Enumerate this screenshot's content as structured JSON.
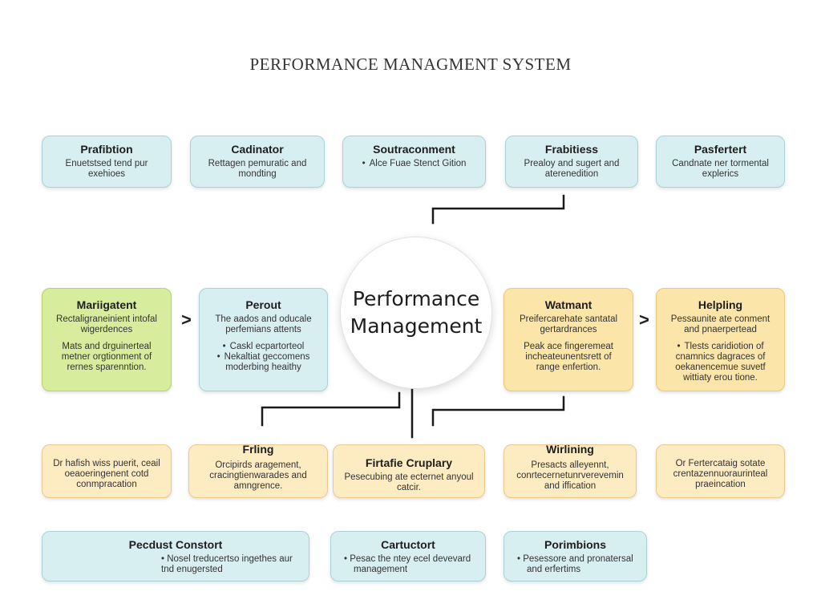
{
  "title": "PERFORMANCE MANAGMENT SYSTEM",
  "hub": {
    "line1": "Performance",
    "line2": "Management"
  },
  "top_row": [
    {
      "title": "Prafibtion",
      "text": "Enuetstsed tend pur exehioes"
    },
    {
      "title": "Cadinator",
      "text": "Rettagen pemuratic and mondting"
    },
    {
      "title": "Soutraconment",
      "bullet": "Alce Fuae Stenct Gition"
    },
    {
      "title": "Frabitiess",
      "text": "Prealoy and sugert and aterenedition"
    },
    {
      "title": "Pasfertert",
      "text": "Candnate ner tormental explerics"
    }
  ],
  "middle_left": [
    {
      "title": "Mariigatent",
      "text": "Rectaligraneinient intofal wigerdences",
      "text2": "Mats and drguinerteal metner orgtionment of rernes sparenntion."
    },
    {
      "title": "Perout",
      "text": "The aados and oducale perfemians attents",
      "bullets": [
        "Caskl ecpartorteol",
        "Nekaltiat geccomens moderbing heaithy"
      ]
    }
  ],
  "middle_right": [
    {
      "title": "Watmant",
      "text": "Preifercarehate santatal gertardrances",
      "text2": "Peak ace fingeremeat incheateunentsrett of range enfertion."
    },
    {
      "title": "Helpling",
      "text": "Pessaunite ate conment and pnaerpertead",
      "bullets": [
        "Tlests caridiotion of cnamnics dagraces of oekanencemue suvetf wittiaty erou tione."
      ]
    }
  ],
  "bottom_row": [
    {
      "title": "",
      "text": "Dr hafish wiss puerit, ceail oeaoeringenent cotd conmpracation"
    },
    {
      "title": "Frling",
      "text": "Orcipirds aragement, cracingtienwarades and amngrence."
    },
    {
      "title": "Firtafie Cruplary",
      "text": "Pesecubing ate ecternet anyoul catcir."
    },
    {
      "title": "Wirlining",
      "text": "Presacts alleyennt, conrtecernetunrverevemin and iffication"
    },
    {
      "title": "",
      "text": "Or Fertercataig sotate crentazennuoraurinteal praeincation"
    }
  ],
  "last_row": [
    {
      "title": "Pecdust Constort",
      "bullet": "Nosel treducertso ingethes aur",
      "cont": "tnd enugersted"
    },
    {
      "title": "Cartuctort",
      "bullet": "Pesac the ntey ecel devevard",
      "cont": "management"
    },
    {
      "title": "Porimbions",
      "bullet": "Pesessore and pronatersal",
      "cont": "and erfertims"
    }
  ],
  "colors": {
    "blue": "#d8eff2",
    "green": "#d8ec9e",
    "yellow": "#fbe5a8",
    "peach": "#fdebc1"
  }
}
